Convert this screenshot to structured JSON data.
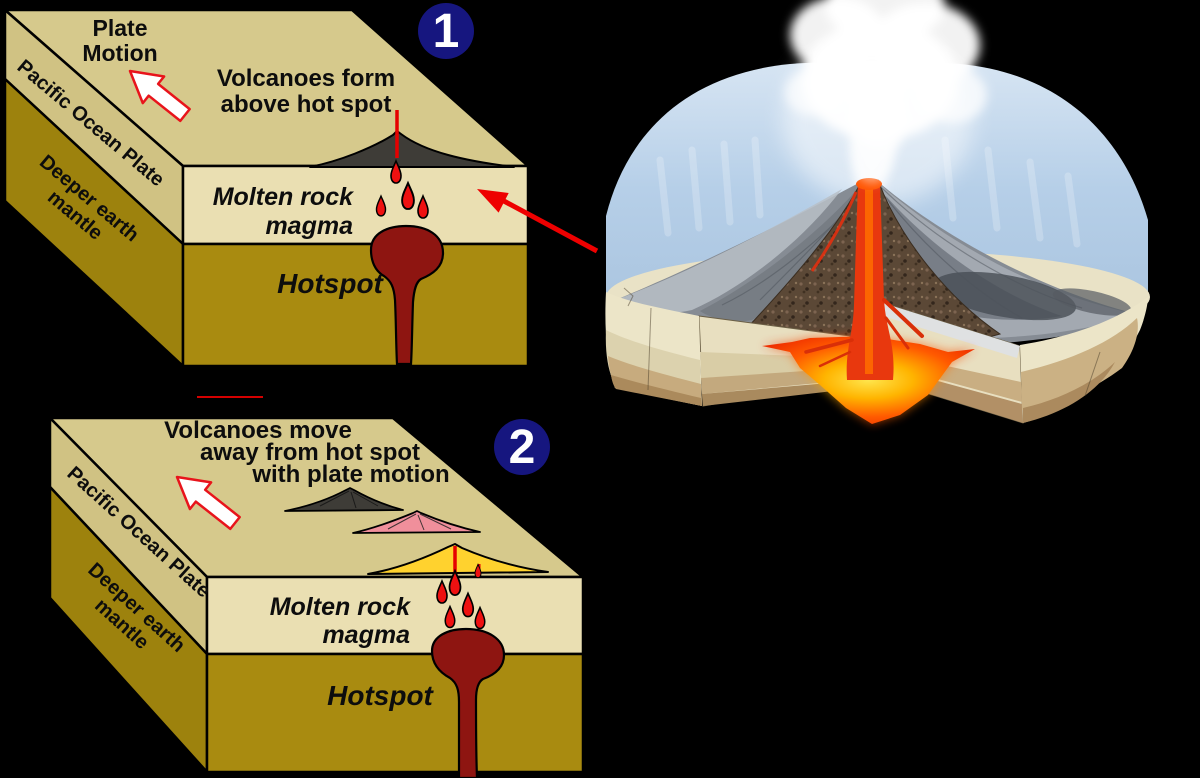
{
  "badges": {
    "step1": "1",
    "step2": "2"
  },
  "diagram1": {
    "plate_motion_line1": "Plate",
    "plate_motion_line2": "Motion",
    "caption_line1": "Volcanoes form",
    "caption_line2": "above hot spot",
    "side_label_plate": "Pacific Ocean Plate",
    "side_label_mantle_line1": "Deeper earth",
    "side_label_mantle_line2": "mantle",
    "layer_label_line1": "Molten rock",
    "layer_label_line2": "magma",
    "mantle_layer_label": "Hotspot"
  },
  "diagram2": {
    "caption_line1": "Volcanoes move",
    "caption_line2": "away from hot spot",
    "caption_line3": "with plate motion",
    "side_label_plate": "Pacific Ocean Plate",
    "side_label_mantle_line1": "Deeper earth",
    "side_label_mantle_line2": "mantle",
    "layer_label_line1": "Molten rock",
    "layer_label_line2": "magma",
    "mantle_layer_label": "Hotspot"
  },
  "icons": {
    "plate_motion_arrow": "block-arrow-up-left",
    "annotation_arrow": "red-arrow-pointing-to-magma-layer",
    "volcano_illustration": "underwater-volcano-cutaway"
  },
  "colors": {
    "background": "#000000",
    "plate_top": "#d6c98c",
    "plate_side": "#d0c283",
    "magma_layer": "#eadfb2",
    "mantle_front": "#a98b10",
    "mantle_side": "#9d820d",
    "hotspot_plume": "#8e1511",
    "magma_drops": "#ee1111",
    "badge_navy": "#16167f",
    "arrow_outline_red": "#e8141b",
    "annotation_red": "#ee0000",
    "volcano_gray": "#3e3c37",
    "old_volcano_pink": "#f08f9b",
    "active_volcano_yellow": "#ffd22e",
    "ocean_water": "#b6cfe8"
  }
}
